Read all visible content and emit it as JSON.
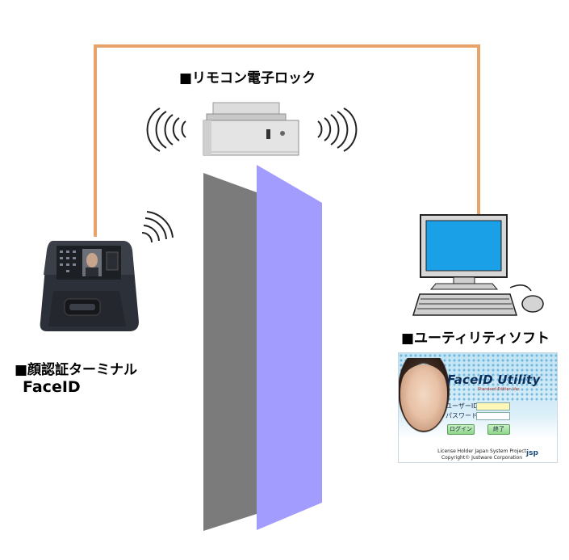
{
  "labels": {
    "remote_lock": "■リモコン電子ロック",
    "face_terminal_line1": "■顔認証ターミナル",
    "face_terminal_line2": "FaceID",
    "utility_software": "■ユーティリティソフト"
  },
  "software_screen": {
    "title": "FaceID Utility",
    "subtitle": "Standard Edition Ver.",
    "user_id_label": "ユーザーID:",
    "password_label": "パスワード:",
    "login_button": "ログイン",
    "exit_button": "終了",
    "license_line1": "License Holder Japan System Project",
    "license_line2": "Copyright© Justware Corporation",
    "logo_text": "jsp"
  },
  "colors": {
    "wire": "#e8a36b",
    "door_gray": "#7a7a7a",
    "door_purple": "#9f99ff",
    "monitor_screen": "#1aa0e6"
  }
}
